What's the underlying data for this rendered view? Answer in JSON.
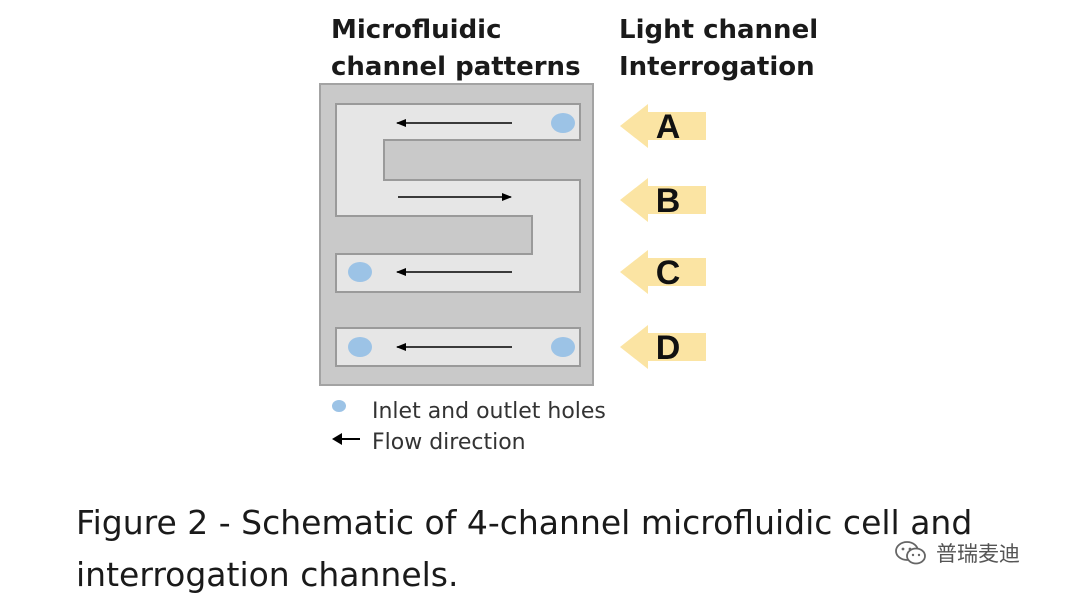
{
  "headers": {
    "left": "Microfluidic channel patterns",
    "right": "Light channel Interrogation"
  },
  "channels": [
    {
      "label": "A",
      "flow": "left",
      "inlet_left": false,
      "inlet_right": true
    },
    {
      "label": "B",
      "flow": "right",
      "inlet_left": false,
      "inlet_right": false
    },
    {
      "label": "C",
      "flow": "left",
      "inlet_left": true,
      "inlet_right": false
    },
    {
      "label": "D",
      "flow": "left",
      "inlet_left": true,
      "inlet_right": true
    }
  ],
  "legend": {
    "holes": "Inlet and outlet holes",
    "flow": "Flow direction"
  },
  "caption": "Figure 2 - Schematic of 4-channel microfluidic cell and interrogation channels.",
  "watermark": "普瑞麦迪",
  "colors": {
    "cell_outer": "#c9c9c9",
    "cell_border": "#a3a3a3",
    "channel_fill": "#e6e6e6",
    "channel_border": "#9a9a9a",
    "hole": "#9cc3e6",
    "arrow_light": "#fbe4a3",
    "label_text": "#111111"
  }
}
